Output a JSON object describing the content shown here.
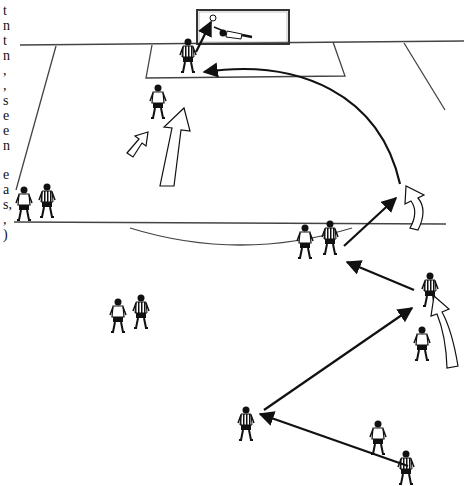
{
  "diagram": {
    "labels": [
      "t",
      "n",
      "t",
      "n",
      ",",
      ",",
      "s",
      "e",
      "e",
      "n",
      "e",
      "a",
      "s,",
      ",",
      ")"
    ]
  }
}
